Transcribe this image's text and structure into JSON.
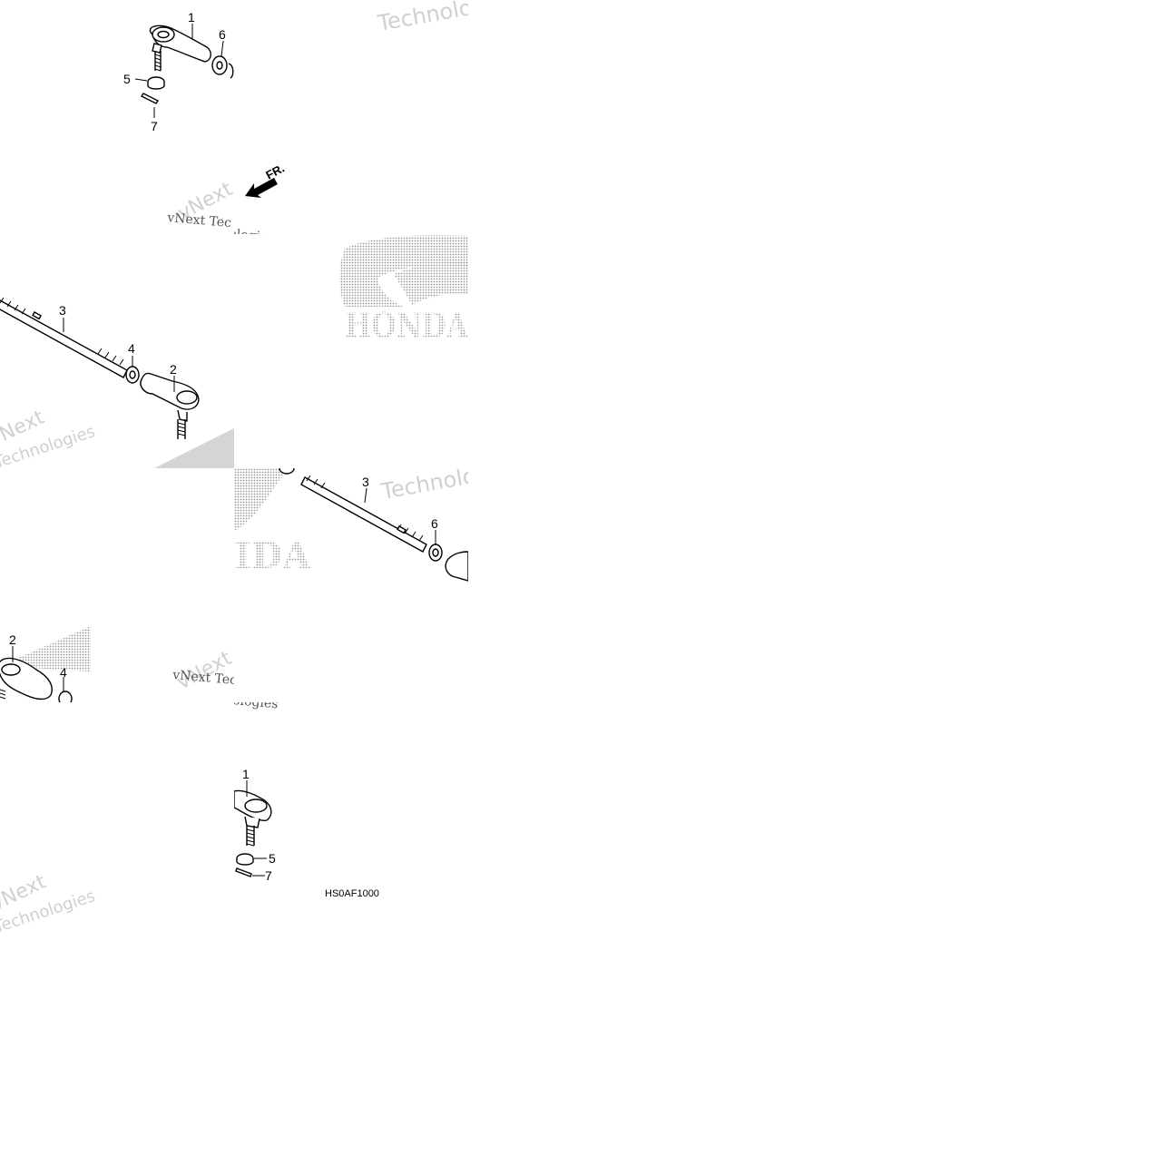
{
  "diagram_code": "HS0AF1000",
  "direction_label": "FR.",
  "watermarks": {
    "brand_a": "vNext",
    "brand_b": "Technologies",
    "vnext_tec": "vNext Tec",
    "ologies": "ologies",
    "logo_text": "HONDA",
    "logo_fragment": "IDA"
  },
  "callouts": {
    "p1": "1",
    "p2": "2",
    "p3": "3",
    "p4": "4",
    "p5": "5",
    "p6": "6",
    "p7": "7"
  }
}
